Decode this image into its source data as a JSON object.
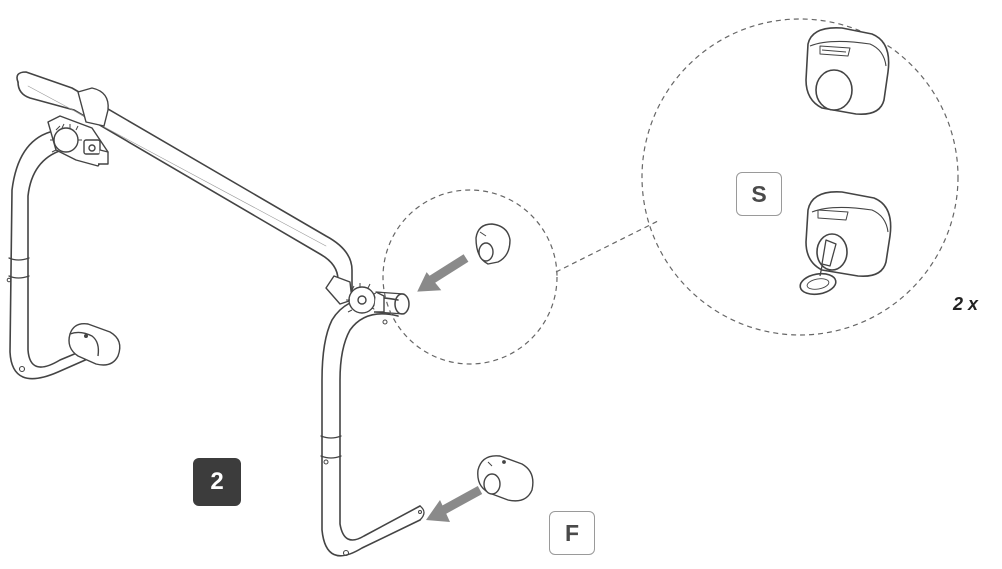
{
  "step": {
    "number": "2"
  },
  "variants": {
    "s_label": "S",
    "f_label": "F"
  },
  "quantity": "2 x",
  "colors": {
    "line": "#444444",
    "arrow": "#8a8a8a",
    "dark_badge": "#3c3c3c",
    "callout": "#666666"
  },
  "icons": [
    "frame-tube",
    "end-cap",
    "ratchet-hinge",
    "foot-cap",
    "insert-arrow",
    "key-cap",
    "callout-circle"
  ]
}
